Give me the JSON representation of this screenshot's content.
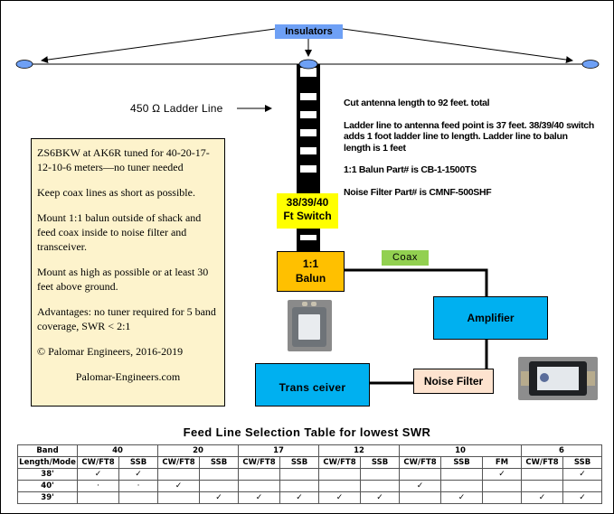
{
  "diagram": {
    "insulators_label": "Insulators",
    "ladder_line_label": "450 Ω Ladder Line",
    "switch_label_line1": "38/39/40",
    "switch_label_line2": "Ft Switch",
    "balun_label_line1": "1:1",
    "balun_label_line2": "Balun",
    "coax_label": "Coax",
    "amplifier_label": "Amplifier",
    "transceiver_label": "Trans ceiver",
    "noise_filter_label": "Noise Filter",
    "colors": {
      "insulator": "#6ea0f5",
      "switch": "#ffff00",
      "balun": "#ffc000",
      "coax": "#92d050",
      "equipment": "#00b0f0",
      "noise_filter": "#fde3cf",
      "info_box": "#fdf3cc"
    }
  },
  "notes": [
    "Cut antenna length to 92 feet. total",
    "Ladder line to antenna feed point is 37 feet. 38/39/40 switch adds 1 foot ladder line to length. Ladder line to balun length is 1 feet",
    "1:1 Balun Part# is CB-1-1500TS",
    "Noise Filter Part# is CMNF-500SHF"
  ],
  "info_box": {
    "paragraphs": [
      "ZS6BKW at AK6R tuned for 40-20-17-12-10-6 meters—no tuner needed",
      "Keep coax lines as short as possible.",
      "Mount 1:1 balun outside of shack and feed coax inside to noise filter and transceiver.",
      "Mount as high as possible or at least 30 feet above ground.",
      "Advantages: no tuner required for 5 band coverage, SWR < 2:1",
      "© Palomar Engineers, 2016-2019"
    ],
    "url": "Palomar-Engineers.com"
  },
  "table": {
    "title": "Feed Line Selection Table for lowest SWR",
    "band_header": "Band",
    "mode_header": "Length/Mode",
    "bands": [
      {
        "name": "40",
        "modes": [
          "CW/FT8",
          "SSB"
        ]
      },
      {
        "name": "20",
        "modes": [
          "CW/FT8",
          "SSB"
        ]
      },
      {
        "name": "17",
        "modes": [
          "CW/FT8",
          "SSB"
        ]
      },
      {
        "name": "12",
        "modes": [
          "CW/FT8",
          "SSB"
        ]
      },
      {
        "name": "10",
        "modes": [
          "CW/FT8",
          "SSB",
          "FM"
        ]
      },
      {
        "name": "6",
        "modes": [
          "CW/FT8",
          "SSB"
        ]
      }
    ],
    "rows": [
      {
        "length": "38'",
        "cells": [
          "✓",
          "✓",
          "",
          "",
          "",
          "",
          "",
          "",
          "",
          "",
          "✓",
          "",
          "✓"
        ]
      },
      {
        "length": "40'",
        "cells": [
          "·",
          "·",
          "✓",
          "",
          "",
          "",
          "",
          "",
          "✓",
          "",
          "",
          "",
          ""
        ]
      },
      {
        "length": "39'",
        "cells": [
          "",
          "",
          "",
          "✓",
          "✓",
          "✓",
          "✓",
          "✓",
          "",
          "✓",
          "",
          "✓",
          "✓"
        ]
      }
    ]
  }
}
